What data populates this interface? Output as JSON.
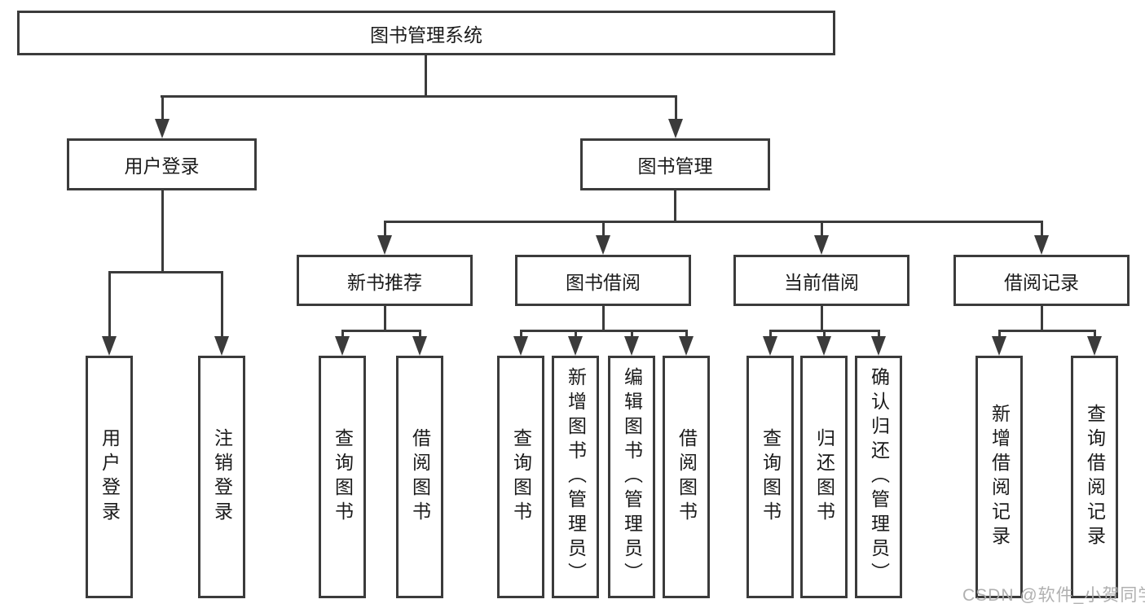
{
  "title": "图书管理系统",
  "colors": {
    "line": "#3b3b3b",
    "box_background": "#ffffff",
    "text": "#1a1a1a",
    "watermark": "#acacac"
  },
  "diagram": {
    "type": "hierarchy-tree",
    "root": "图书管理系统",
    "branches": [
      {
        "label": "用户登录",
        "children": [
          "用户登录",
          "注销登录"
        ]
      },
      {
        "label": "图书管理",
        "children": [
          {
            "label": "新书推荐",
            "children": [
              "查询图书",
              "借阅图书"
            ]
          },
          {
            "label": "图书借阅",
            "children": [
              "查询图书",
              "新增图书（管理员）",
              "编辑图书（管理员）",
              "借阅图书"
            ]
          },
          {
            "label": "当前借阅",
            "children": [
              "查询图书",
              "归还图书",
              "确认归还（管理员）"
            ]
          },
          {
            "label": "借阅记录",
            "children": [
              "新增借阅记录",
              "查询借阅记录"
            ]
          }
        ]
      }
    ]
  },
  "watermark": "CSDN @软件_小贺同学"
}
